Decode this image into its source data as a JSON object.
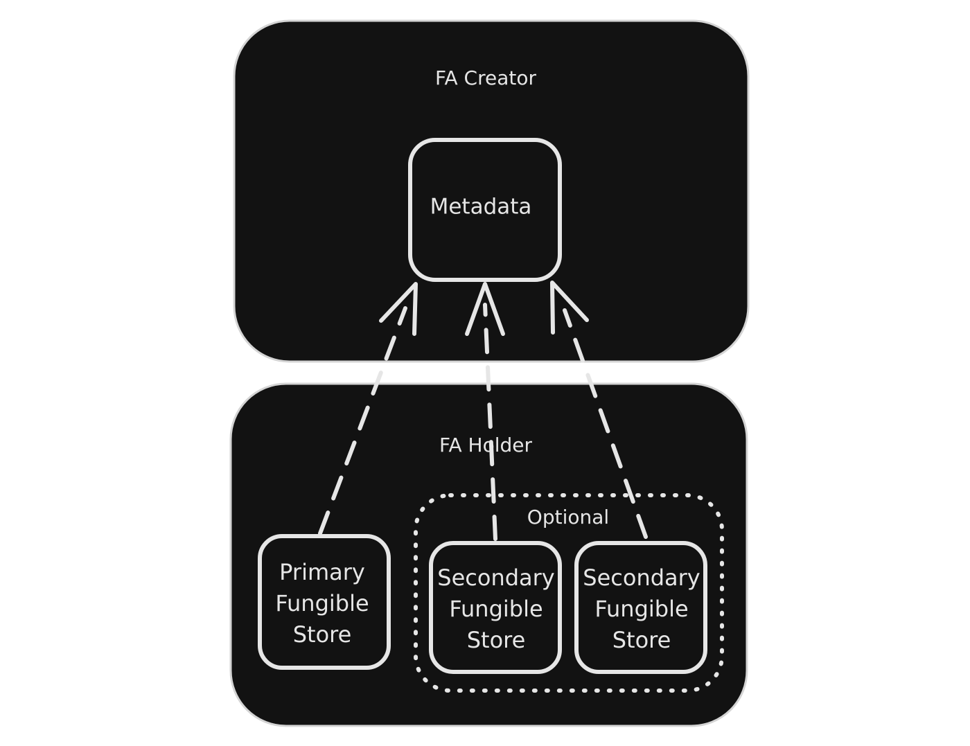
{
  "creator": {
    "label": "FA Creator",
    "metadata_label": "Metadata"
  },
  "holder": {
    "label": "FA Holder",
    "optional_label": "Optional",
    "primary_store": [
      "Primary",
      "Fungible",
      "Store"
    ],
    "secondary_store_1": [
      "Secondary",
      "Fungible",
      "Store"
    ],
    "secondary_store_2": [
      "Secondary",
      "Fungible",
      "Store"
    ]
  },
  "colors": {
    "background": "#ffffff",
    "panel_fill": "#121212",
    "stroke": "#e6e6e6"
  }
}
